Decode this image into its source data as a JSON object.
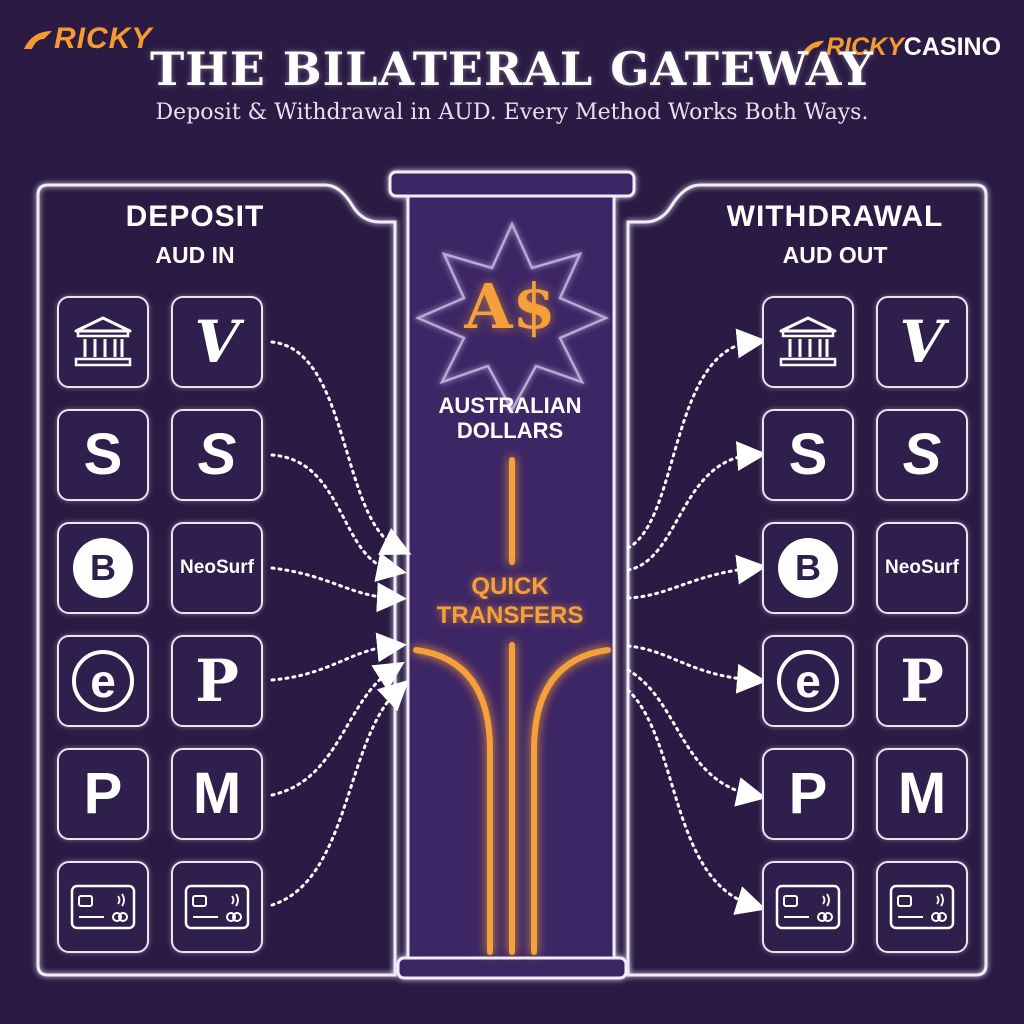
{
  "brand": {
    "left_logo": "RICKY",
    "right_logo_main": "RICKY",
    "right_logo_suffix": "CASINO",
    "accent_color": "#f59a2e",
    "background_color": "#2a1a44"
  },
  "title": "THE BILATERAL GATEWAY",
  "subtitle": "Deposit & Withdrawal in AUD. Every Method Works Both Ways.",
  "deposit": {
    "heading": "DEPOSIT",
    "subheading": "AUD IN"
  },
  "withdrawal": {
    "heading": "WITHDRAWAL",
    "subheading": "AUD OUT"
  },
  "pillar": {
    "currency": "A$",
    "currency_name": "AUSTRALIAN DOLLARS",
    "feature": "QUICK TRANSFERS"
  },
  "methods": [
    {
      "id": "bank",
      "icon": "bank-icon",
      "label": ""
    },
    {
      "id": "v",
      "icon": "v-brand-icon",
      "label": "V"
    },
    {
      "id": "s",
      "icon": "s-brand-icon",
      "label": "S"
    },
    {
      "id": "s-swoosh",
      "icon": "s-swoosh-brand-icon",
      "label": "S"
    },
    {
      "id": "bitcoin",
      "icon": "bitcoin-icon",
      "label": "B"
    },
    {
      "id": "neosurf",
      "icon": "neosurf-icon",
      "label": "NeoSurf"
    },
    {
      "id": "e",
      "icon": "e-brand-icon",
      "label": "e"
    },
    {
      "id": "p-serif",
      "icon": "p-serif-brand-icon",
      "label": "P"
    },
    {
      "id": "p",
      "icon": "p-brand-icon",
      "label": "P"
    },
    {
      "id": "m",
      "icon": "m-brand-icon",
      "label": "M"
    },
    {
      "id": "card1",
      "icon": "credit-card-icon",
      "label": ""
    },
    {
      "id": "card2",
      "icon": "credit-card-icon",
      "label": ""
    }
  ]
}
